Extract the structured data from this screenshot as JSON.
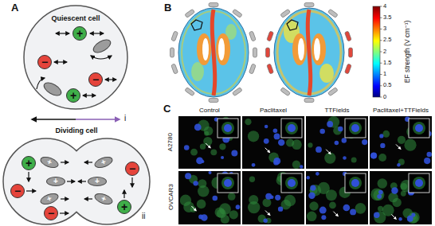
{
  "diagram": {
    "nodes": [
      {
        "text": [
          "Quiescent cell"
        ]
      },
      {
        "text": [
          "+"
        ],
        "in": 0
      },
      {
        "text": [
          "−"
        ],
        "in": 0
      },
      {
        "text": [
          "−"
        ],
        "in": 0
      },
      {
        "text": [
          "+"
        ],
        "in": 0
      },
      {
        "text": [
          "Dividing cell"
        ]
      },
      {
        "text": [
          "+"
        ],
        "in": 5
      },
      {
        "text": [
          "−"
        ],
        "in": 5
      },
      {
        "text": [
          "−"
        ],
        "in": 5
      },
      {
        "text": [
          "+"
        ],
        "in": 5
      },
      {
        "text": [
          "−"
        ],
        "in": 5
      },
      {
        "text": [
          "+"
        ],
        "in": 5
      },
      {
        "text": [
          "+"
        ],
        "in": 5
      },
      {
        "text": [
          "+"
        ],
        "in": 5
      },
      {
        "text": [
          "+"
        ],
        "in": 5
      },
      {
        "text": [
          "+"
        ],
        "in": 5
      },
      {
        "text": [
          "+"
        ],
        "in": 5
      }
    ],
    "labels": [
      "A",
      "i",
      "ii",
      "B",
      "4",
      "3.5",
      "3",
      "2.5",
      "2",
      "1.5",
      "1",
      "0.5",
      "0",
      "EF strength (V cm⁻¹)",
      "C",
      "Control",
      "Paclitaxel",
      "TTFields",
      "Paclitaxel+TTFields",
      "A2780",
      "OVCAR3"
    ]
  }
}
